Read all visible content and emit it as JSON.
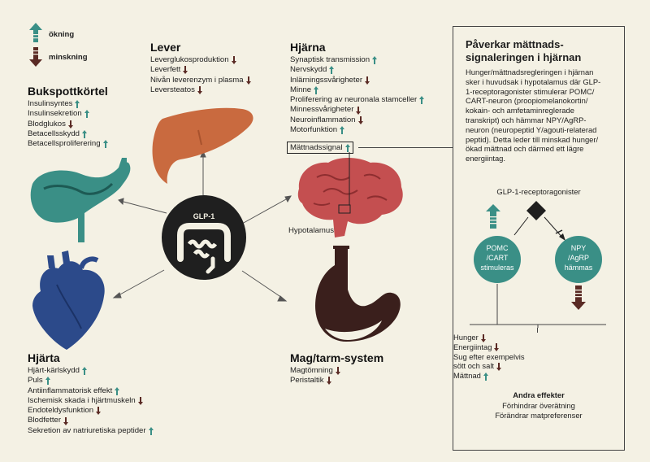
{
  "legend": {
    "increase": "ökning",
    "decrease": "minskning"
  },
  "colors": {
    "up": "#3a8f86",
    "down": "#5a2a24",
    "pancreas": "#3a8f86",
    "liver": "#c96a3f",
    "heart": "#2c4a8a",
    "brain": "#c44f50",
    "stomach": "#3a1f1c",
    "gut": "#1f1f1f"
  },
  "center": {
    "label": "GLP-1"
  },
  "lever": {
    "title": "Lever",
    "items": [
      {
        "text": "Leverglukosproduktion",
        "dir": "down"
      },
      {
        "text": "Leverfett",
        "dir": "down"
      },
      {
        "text": "Nivån leverenzym i plasma",
        "dir": "down"
      },
      {
        "text": "Leversteatos",
        "dir": "down"
      }
    ]
  },
  "bukspott": {
    "title": "Bukspottkörtel",
    "items": [
      {
        "text": "Insulinsyntes",
        "dir": "up"
      },
      {
        "text": "Insulinsekretion",
        "dir": "up"
      },
      {
        "text": "Blodglukos",
        "dir": "down"
      },
      {
        "text": "Betacellsskydd",
        "dir": "up"
      },
      {
        "text": "Betacellsproliferering",
        "dir": "up"
      }
    ]
  },
  "hjarna": {
    "title": "Hjärna",
    "items": [
      {
        "text": "Synaptisk transmission",
        "dir": "up"
      },
      {
        "text": "Nervskydd",
        "dir": "up"
      },
      {
        "text": "Inlärningssvårigheter",
        "dir": "down"
      },
      {
        "text": "Minne",
        "dir": "up"
      },
      {
        "text": "Proliferering av neuronala stamceller",
        "dir": "up"
      },
      {
        "text": "Minnessvårigheter",
        "dir": "down"
      },
      {
        "text": "Neuroinflammation",
        "dir": "down"
      },
      {
        "text": "Motorfunktion",
        "dir": "up"
      }
    ],
    "satiety": {
      "text": "Mättnadssignal",
      "dir": "up"
    },
    "hypothalamus": "Hypotalamus"
  },
  "hjarta": {
    "title": "Hjärta",
    "items": [
      {
        "text": "Hjärt-kärlskydd",
        "dir": "up"
      },
      {
        "text": "Puls",
        "dir": "up"
      },
      {
        "text": "Antiinflammatorisk effekt",
        "dir": "up"
      },
      {
        "text": "Ischemisk skada i hjärtmuskeln",
        "dir": "down"
      },
      {
        "text": "Endoteldysfunktion",
        "dir": "down"
      },
      {
        "text": "Blodfetter",
        "dir": "down"
      },
      {
        "text": "Sekretion av natriuretiska peptider",
        "dir": "up"
      }
    ]
  },
  "mag": {
    "title": "Mag/tarm-system",
    "items": [
      {
        "text": "Magtömning",
        "dir": "down"
      },
      {
        "text": "Peristaltik",
        "dir": "down"
      }
    ]
  },
  "box": {
    "title_line1": "Påverkar mättnads-",
    "title_line2": "signaleringen i hjärnan",
    "body": [
      "Hunger/mättnadsregleringen i hjärnan",
      "sker i huvudsak i hypotalamus där GLP-",
      "1-receptoragonister stimulerar POMC/",
      "CART-neuron (proopiomelanokortin/",
      "kokain- och amfetaminreglerade",
      "transkript) och hämmar NPY/AgRP-",
      "neuron (neuropeptid Y/agouti-relaterad",
      "peptid). Detta leder till minskad hunger/",
      "ökad mättnad och därmed ett lägre",
      "energiintag."
    ],
    "agonist_label": "GLP-1-receptoragonister",
    "pomc": [
      "POMC",
      "/CART",
      "stimuleras"
    ],
    "npy": [
      "NPY",
      "/AgRP",
      "hämmas"
    ],
    "effects": [
      {
        "text": "Hunger",
        "dir": "down"
      },
      {
        "text": "Energiintag",
        "dir": "down"
      },
      {
        "text": "Sug efter exempelvis",
        "dir": null
      },
      {
        "text": "sött och salt",
        "dir": "down"
      },
      {
        "text": "Mättnad",
        "dir": "up"
      }
    ],
    "other_title": "Andra effekter",
    "other": [
      "Förhindrar överätning",
      "Förändrar matpreferenser"
    ]
  }
}
